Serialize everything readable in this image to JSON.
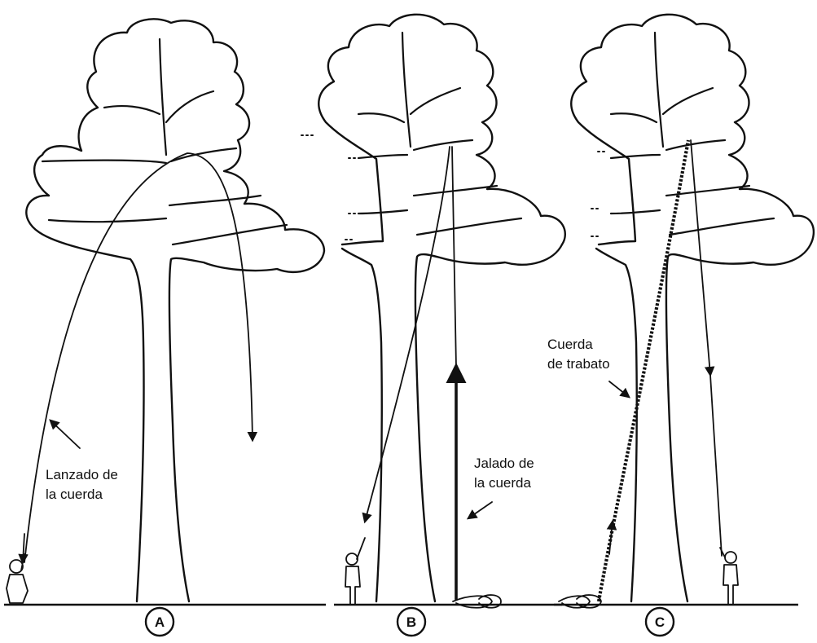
{
  "panels": [
    {
      "id": "A",
      "label": "A",
      "annotation_lines": [
        "Lanzado de",
        "la cuerda"
      ]
    },
    {
      "id": "B",
      "label": "B",
      "annotation_lines": [
        "Jalado de",
        "la cuerda"
      ]
    },
    {
      "id": "C",
      "label": "C",
      "annotation_lines": [
        "Cuerda",
        "de trabato"
      ]
    }
  ],
  "colors": {
    "ink": "#111111",
    "paper": "#ffffff"
  }
}
